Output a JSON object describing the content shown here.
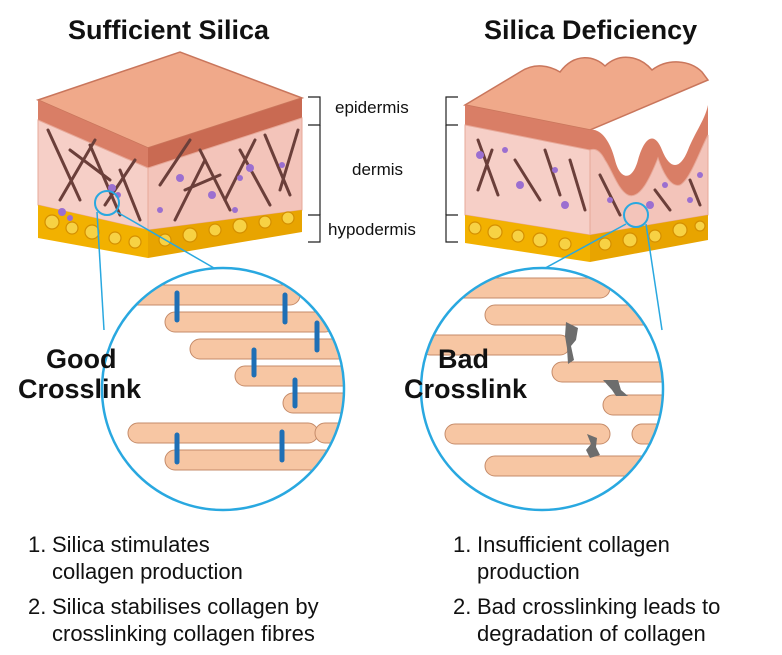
{
  "left": {
    "title": "Sufficient Silica",
    "crosslink_line1": "Good",
    "crosslink_line2": "Crosslink",
    "points": [
      {
        "num": "1.",
        "line1": "Silica stimulates",
        "line2": "collagen production"
      },
      {
        "num": "2.",
        "line1": "Silica stabilises collagen by",
        "line2": "crosslinking collagen fibres"
      }
    ]
  },
  "right": {
    "title": "Silica Deficiency",
    "crosslink_line1": "Bad",
    "crosslink_line2": "Crosslink",
    "points": [
      {
        "num": "1.",
        "line1": "Insufficient collagen",
        "line2": "production"
      },
      {
        "num": "2.",
        "line1": "Bad crosslinking leads to",
        "line2": "degradation of collagen"
      }
    ]
  },
  "layers": {
    "epidermis": "epidermis",
    "dermis": "dermis",
    "hypodermis": "hypodermis"
  },
  "colors": {
    "skin_top": "#f0a98a",
    "epidermis": "#d97e66",
    "dermis": "#f6cfc7",
    "fiber": "#6b3f3a",
    "silica": "#9b6fd0",
    "fat": "#f2b100",
    "collagen": "#f7c6a3",
    "crosslink": "#1f6fb5",
    "zoom": "#29a8e0",
    "bad_link": "#6d6d6d"
  }
}
